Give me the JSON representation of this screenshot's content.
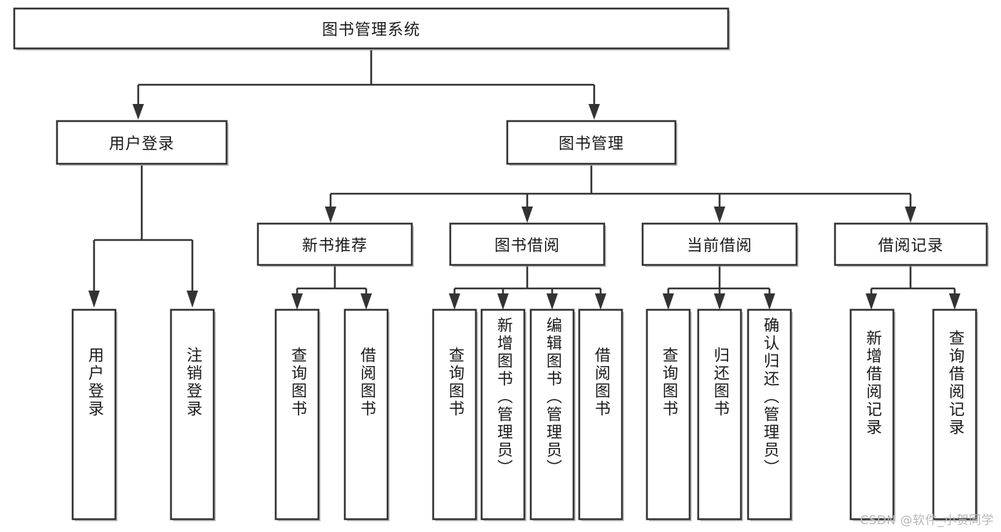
{
  "diagram": {
    "title": "图书管理系统",
    "type": "hierarchy-tree",
    "orientation": "top-down",
    "colors": {
      "box_stroke": "#333333",
      "box_fill": "#ffffff",
      "edge": "#333333",
      "text": "#1a1a1a",
      "watermark": "#b7b7b7",
      "background": "#ffffff"
    },
    "levels": [
      {
        "level": 0,
        "nodes": [
          {
            "id": "root",
            "label": "图书管理系统",
            "orientation": "horizontal"
          }
        ]
      },
      {
        "level": 1,
        "nodes": [
          {
            "id": "login",
            "label": "用户登录",
            "orientation": "horizontal",
            "parent": "root"
          },
          {
            "id": "bookmgmt",
            "label": "图书管理",
            "orientation": "horizontal",
            "parent": "root"
          }
        ]
      },
      {
        "level": 2,
        "nodes": [
          {
            "id": "newbook",
            "label": "新书推荐",
            "orientation": "horizontal",
            "parent": "bookmgmt"
          },
          {
            "id": "borrow",
            "label": "图书借阅",
            "orientation": "horizontal",
            "parent": "bookmgmt"
          },
          {
            "id": "current",
            "label": "当前借阅",
            "orientation": "horizontal",
            "parent": "bookmgmt"
          },
          {
            "id": "records",
            "label": "借阅记录",
            "orientation": "horizontal",
            "parent": "bookmgmt"
          }
        ]
      },
      {
        "level": 3,
        "nodes": [
          {
            "id": "leaf1",
            "label": "用户登录",
            "orientation": "vertical",
            "parent": "login"
          },
          {
            "id": "leaf2",
            "label": "注销登录",
            "orientation": "vertical",
            "parent": "login"
          },
          {
            "id": "leaf3",
            "label": "查询图书",
            "orientation": "vertical",
            "parent": "newbook"
          },
          {
            "id": "leaf4",
            "label": "借阅图书",
            "orientation": "vertical",
            "parent": "newbook"
          },
          {
            "id": "leaf5",
            "label": "查询图书",
            "orientation": "vertical",
            "parent": "borrow"
          },
          {
            "id": "leaf6",
            "label": "新增图书（管理员）",
            "orientation": "vertical",
            "parent": "borrow"
          },
          {
            "id": "leaf7",
            "label": "编辑图书（管理员）",
            "orientation": "vertical",
            "parent": "borrow"
          },
          {
            "id": "leaf8",
            "label": "借阅图书",
            "orientation": "vertical",
            "parent": "borrow"
          },
          {
            "id": "leaf9",
            "label": "查询图书",
            "orientation": "vertical",
            "parent": "current"
          },
          {
            "id": "leaf10",
            "label": "归还图书",
            "orientation": "vertical",
            "parent": "current"
          },
          {
            "id": "leaf11",
            "label": "确认归还（管理员）",
            "orientation": "vertical",
            "parent": "current"
          },
          {
            "id": "leaf12",
            "label": "新增借阅记录",
            "orientation": "vertical",
            "parent": "records"
          },
          {
            "id": "leaf13",
            "label": "查询借阅记录",
            "orientation": "vertical",
            "parent": "records"
          }
        ]
      }
    ]
  },
  "watermark": {
    "text": "CSDN @软件_小贺同学"
  }
}
